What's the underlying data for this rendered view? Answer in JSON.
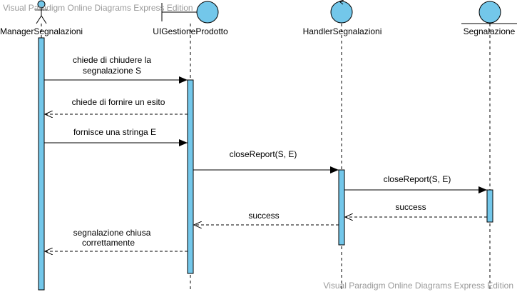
{
  "watermark": {
    "top": "Visual Paradigm Online Diagrams Express Edition",
    "bottom": "Visual Paradigm Online Diagrams Express Edition"
  },
  "colors": {
    "activation_fill": "#73c7ea",
    "stroke": "#000000",
    "watermark": "#9a9a9a"
  },
  "participants": [
    {
      "id": "manager",
      "name": "ManagerSegnalazioni",
      "kind": "actor"
    },
    {
      "id": "ui",
      "name": "UIGestioneProdotto",
      "kind": "boundary"
    },
    {
      "id": "handler",
      "name": "HandlerSegnalazioni",
      "kind": "control"
    },
    {
      "id": "segnalazione",
      "name": "Segnalazione",
      "kind": "entity"
    }
  ],
  "messages": [
    {
      "from": "manager",
      "to": "ui",
      "type": "sync",
      "lines": [
        "chiede di chiudere la",
        "segnalazione S"
      ]
    },
    {
      "from": "ui",
      "to": "manager",
      "type": "return",
      "lines": [
        "chiede di fornire un esito"
      ]
    },
    {
      "from": "manager",
      "to": "ui",
      "type": "sync",
      "lines": [
        "fornisce una stringa E"
      ]
    },
    {
      "from": "ui",
      "to": "handler",
      "type": "sync",
      "lines": [
        "closeReport(S, E)"
      ]
    },
    {
      "from": "handler",
      "to": "segnalazione",
      "type": "sync",
      "lines": [
        "closeReport(S, E)"
      ]
    },
    {
      "from": "segnalazione",
      "to": "handler",
      "type": "return",
      "lines": [
        "success"
      ]
    },
    {
      "from": "handler",
      "to": "ui",
      "type": "return",
      "lines": [
        "success"
      ]
    },
    {
      "from": "ui",
      "to": "manager",
      "type": "return",
      "lines": [
        "segnalazione chiusa",
        "correttamente"
      ]
    }
  ]
}
